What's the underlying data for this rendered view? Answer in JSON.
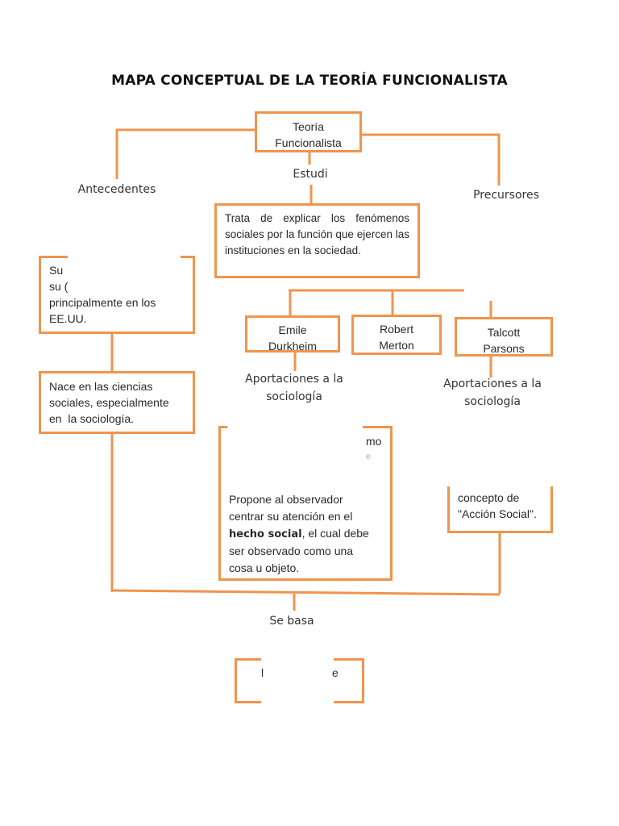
{
  "title": "MAPA CONCEPTUAL DE LA TEORÍA FUNCIONALISTA",
  "colors": {
    "accent": "#f0944d",
    "text": "#222222",
    "background": "#ffffff"
  },
  "nodes": {
    "root": {
      "line1": "Teoría",
      "line2": "Funcionalista"
    },
    "estudia_label": "Estudi",
    "antecedentes_label": "Antecedentes",
    "precursores_label": "Precursores",
    "definition": "Trata de explicar los fenómenos sociales por la función que ejercen las instituciones en la sociedad.",
    "origin_box": {
      "line1": "Su",
      "line2": "su (",
      "line3": "principalmente en los",
      "line4": "EE.UU."
    },
    "birth_box": {
      "line1": "Nace en las ciencias",
      "line2": "sociales, especialmente",
      "line3": "en  la sociología."
    },
    "precursors": [
      {
        "line1": "Emile",
        "line2": "Durkheim"
      },
      {
        "line1": "Robert",
        "line2": "Merton"
      },
      {
        "line1": "Talcott",
        "line2": "Parsons"
      }
    ],
    "aportaciones_durkheim": {
      "line1": "Aportaciones a la",
      "line2": "sociología"
    },
    "aportaciones_parsons": {
      "line1": "Aportaciones a la",
      "line2": "sociología"
    },
    "durkheim_box": {
      "fragment1": "mo",
      "fragment2": "e",
      "line1": "Propone al observador",
      "line2": "centrar su atención en el",
      "bold": "hecho social",
      "line3_rest": ", el cual debe",
      "line4": "ser observado como una",
      "line5": "cosa u objeto."
    },
    "parsons_box": {
      "line1": "concepto de",
      "line2": "\"Acción Social\"."
    },
    "se_basa_label": "Se basa",
    "bottom_box": {
      "fragment1": "l",
      "fragment2": "e"
    }
  }
}
